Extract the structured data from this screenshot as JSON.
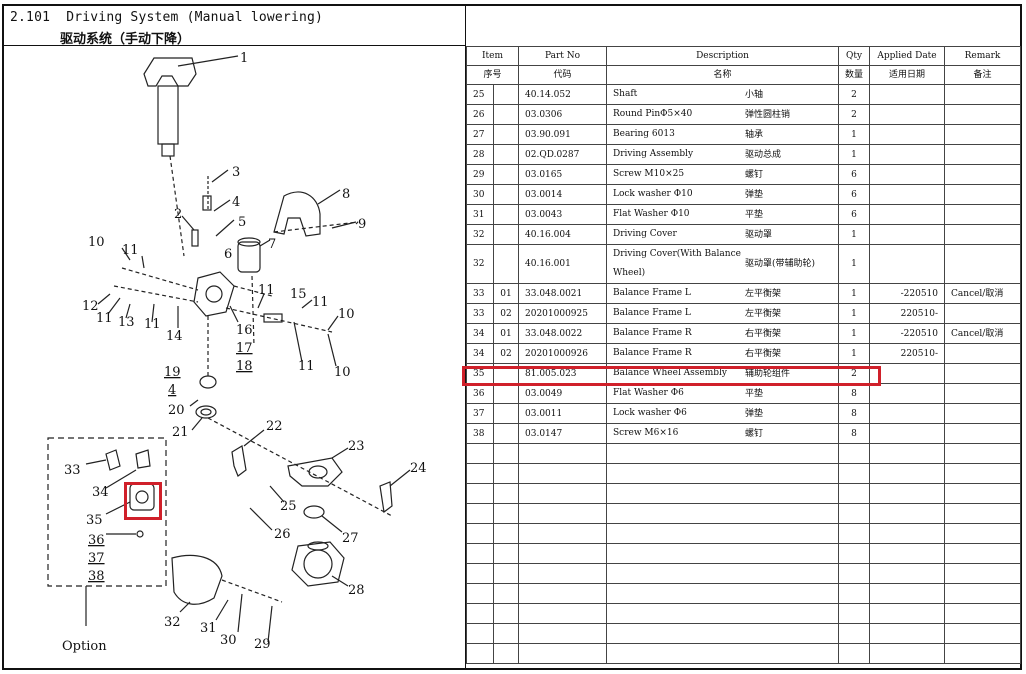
{
  "header": {
    "section_no": "2.101",
    "title_en": "Driving System (Manual lowering)",
    "title_cn": "驱动系统（手动下降）"
  },
  "diagram": {
    "option_label": "Option",
    "callouts": [
      "1",
      "2",
      "3",
      "4",
      "5",
      "6",
      "7",
      "8",
      "9",
      "10",
      "11",
      "12",
      "13",
      "14",
      "15",
      "16",
      "17",
      "18",
      "19",
      "20",
      "21",
      "22",
      "23",
      "24",
      "25",
      "26",
      "27",
      "28",
      "29",
      "30",
      "31",
      "32",
      "33",
      "34",
      "35",
      "36",
      "37",
      "38"
    ]
  },
  "table": {
    "headers_en": [
      "Item",
      "Part No",
      "Description",
      "Qty",
      "Applied Date",
      "Remark"
    ],
    "headers_cn": [
      "序号",
      "代码",
      "名称",
      "数量",
      "适用日期",
      "备注"
    ],
    "rows": [
      {
        "item": "25",
        "sub": "",
        "part_no": "40.14.052",
        "desc_en": "Shaft",
        "desc_cn": "小轴",
        "qty": "2",
        "date": "",
        "remark": ""
      },
      {
        "item": "26",
        "sub": "",
        "part_no": "03.0306",
        "desc_en": "Round PinΦ5×40",
        "desc_cn": "弹性圆柱销",
        "qty": "2",
        "date": "",
        "remark": ""
      },
      {
        "item": "27",
        "sub": "",
        "part_no": "03.90.091",
        "desc_en": "Bearing 6013",
        "desc_cn": "轴承",
        "qty": "1",
        "date": "",
        "remark": ""
      },
      {
        "item": "28",
        "sub": "",
        "part_no": "02.QD.0287",
        "desc_en": "Driving Assembly",
        "desc_cn": "驱动总成",
        "qty": "1",
        "date": "",
        "remark": ""
      },
      {
        "item": "29",
        "sub": "",
        "part_no": "03.0165",
        "desc_en": "Screw M10×25",
        "desc_cn": "螺钉",
        "qty": "6",
        "date": "",
        "remark": ""
      },
      {
        "item": "30",
        "sub": "",
        "part_no": "03.0014",
        "desc_en": "Lock washer Φ10",
        "desc_cn": "弹垫",
        "qty": "6",
        "date": "",
        "remark": ""
      },
      {
        "item": "31",
        "sub": "",
        "part_no": "03.0043",
        "desc_en": "Flat Washer Φ10",
        "desc_cn": "平垫",
        "qty": "6",
        "date": "",
        "remark": ""
      },
      {
        "item": "32",
        "sub": "",
        "part_no": "40.16.004",
        "desc_en": "Driving Cover",
        "desc_cn": "驱动罩",
        "qty": "1",
        "date": "",
        "remark": ""
      },
      {
        "item": "32",
        "sub": "",
        "part_no": "40.16.001",
        "desc_en": "Driving Cover(With Balance Wheel)",
        "desc_cn": "驱动罩(带辅助轮)",
        "qty": "1",
        "date": "",
        "remark": "",
        "tall": true
      },
      {
        "item": "33",
        "sub": "01",
        "part_no": "33.048.0021",
        "desc_en": "Balance Frame L",
        "desc_cn": "左平衡架",
        "qty": "1",
        "date": "-220510",
        "remark": "Cancel/取消"
      },
      {
        "item": "33",
        "sub": "02",
        "part_no": "20201000925",
        "desc_en": "Balance Frame L",
        "desc_cn": "左平衡架",
        "qty": "1",
        "date": "220510-",
        "remark": ""
      },
      {
        "item": "34",
        "sub": "01",
        "part_no": "33.048.0022",
        "desc_en": "Balance Frame R",
        "desc_cn": "右平衡架",
        "qty": "1",
        "date": "-220510",
        "remark": "Cancel/取消"
      },
      {
        "item": "34",
        "sub": "02",
        "part_no": "20201000926",
        "desc_en": "Balance Frame R",
        "desc_cn": "右平衡架",
        "qty": "1",
        "date": "220510-",
        "remark": ""
      },
      {
        "item": "35",
        "sub": "",
        "part_no": "81.005.023",
        "desc_en": "Balance Wheel Assembly",
        "desc_cn": "辅助轮组件",
        "qty": "2",
        "date": "",
        "remark": ""
      },
      {
        "item": "36",
        "sub": "",
        "part_no": "03.0049",
        "desc_en": "Flat Washer Φ6",
        "desc_cn": "平垫",
        "qty": "8",
        "date": "",
        "remark": ""
      },
      {
        "item": "37",
        "sub": "",
        "part_no": "03.0011",
        "desc_en": "Lock washer Φ6",
        "desc_cn": "弹垫",
        "qty": "8",
        "date": "",
        "remark": ""
      },
      {
        "item": "38",
        "sub": "",
        "part_no": "03.0147",
        "desc_en": "Screw M6×16",
        "desc_cn": "螺钉",
        "qty": "8",
        "date": "",
        "remark": ""
      }
    ],
    "empty_rows": 11
  },
  "colors": {
    "highlight": "#d0202a",
    "line": "#111111"
  }
}
